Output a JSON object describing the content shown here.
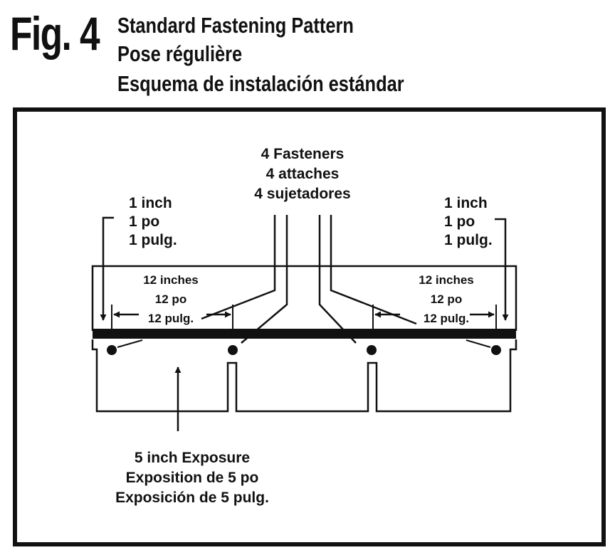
{
  "header": {
    "fig_label": "Fig. 4",
    "title_en": "Standard Fastening Pattern",
    "title_fr": "Pose régulière",
    "title_es": "Esquema de instalación estándar"
  },
  "fasteners_label": [
    "4 Fasteners",
    "4 attaches",
    "4 sujetadores"
  ],
  "edge_left_label": [
    "1 inch",
    "1 po",
    "1 pulg."
  ],
  "edge_right_label": [
    "1 inch",
    "1 po",
    "1 pulg."
  ],
  "spacing_left_label": [
    "12 inches",
    "12 po",
    "12 pulg."
  ],
  "spacing_right_label": [
    "12 inches",
    "12 po",
    "12 pulg."
  ],
  "exposure_label": [
    "5 inch Exposure",
    "Exposition de 5 po",
    "Exposición de 5 pulg."
  ],
  "colors": {
    "ink": "#111111",
    "background": "#ffffff"
  }
}
